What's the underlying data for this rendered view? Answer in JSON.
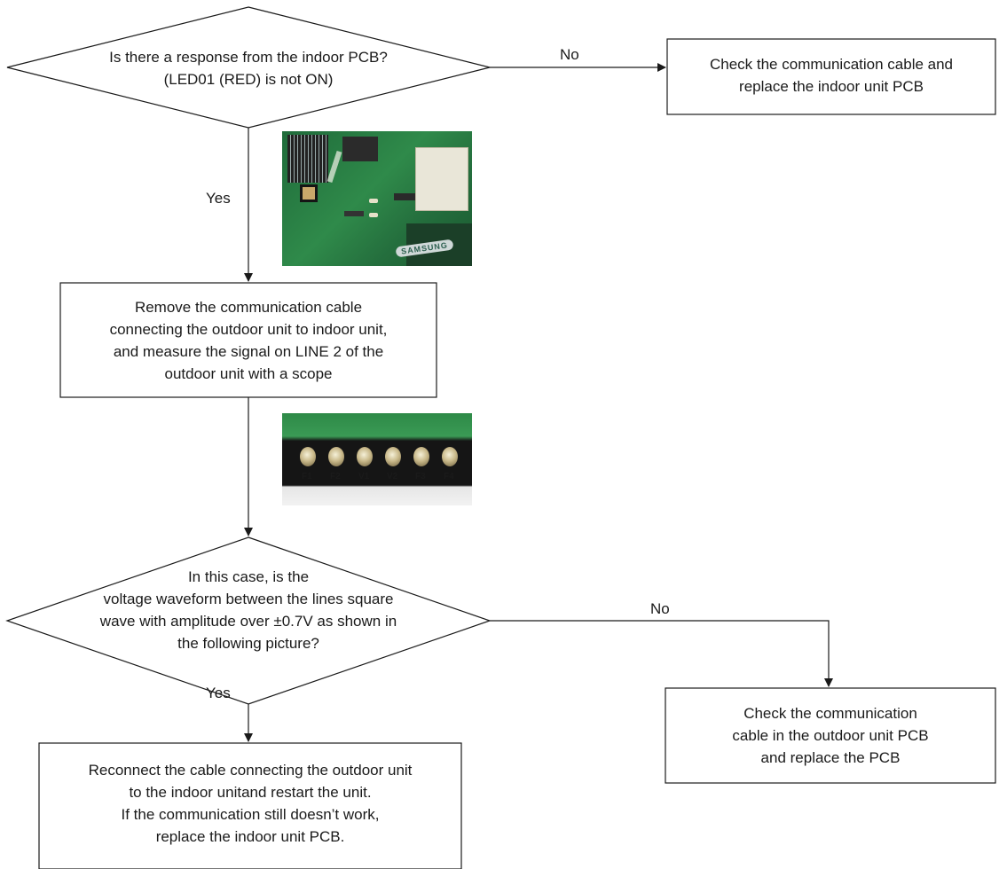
{
  "decision1": {
    "line1": "Is there a response from the indoor PCB?",
    "line2": "(LED01 (RED) is not ON)"
  },
  "box_replace_indoor": {
    "line1": "Check the communication cable and",
    "line2": "replace the indoor unit PCB"
  },
  "box_remove_cable": {
    "line1": "Remove the communication cable",
    "line2": "connecting the outdoor unit to indoor unit,",
    "line3": "and measure the signal on LINE 2 of the",
    "line4": "outdoor unit with a scope"
  },
  "decision2": {
    "line1": "In this case, is the",
    "line2": "voltage waveform between the lines square",
    "line3": "wave with amplitude over ±0.7V as shown in",
    "line4": "the following picture?"
  },
  "box_check_outdoor": {
    "line1": "Check the communication",
    "line2": "cable in the outdoor unit PCB",
    "line3": "and replace the PCB"
  },
  "box_reconnect": {
    "line1": "Reconnect the cable connecting the outdoor unit",
    "line2": "to the indoor unitand restart the unit.",
    "line3": "If the communication still doesn’t work,",
    "line4": "replace the indoor unit PCB."
  },
  "labels": {
    "no1": "No",
    "yes1": "Yes",
    "no2": "No",
    "yes2": "Yes"
  },
  "photo_pcb": {
    "brand": "SAMSUNG"
  },
  "photo_terminal": {
    "terminals": [
      "F1",
      "F2",
      "V1",
      "V2",
      "F3",
      "F4"
    ]
  }
}
